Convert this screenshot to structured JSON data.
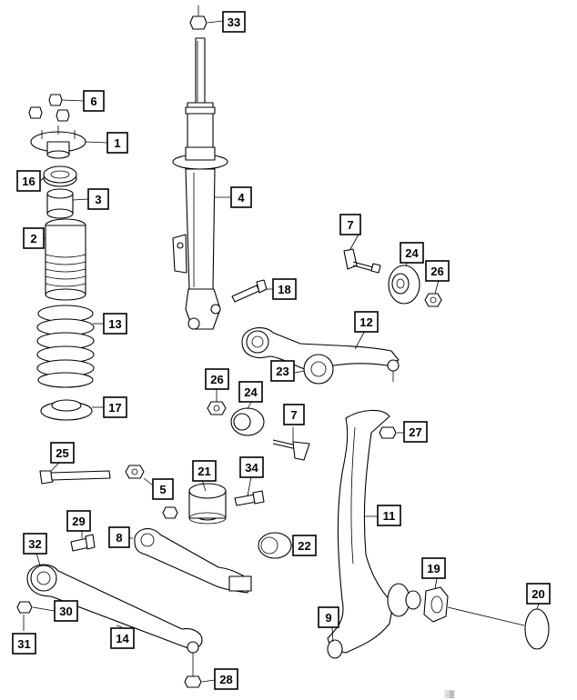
{
  "callouts": [
    {
      "num": "1"
    },
    {
      "num": "2"
    },
    {
      "num": "3"
    },
    {
      "num": "4"
    },
    {
      "num": "5"
    },
    {
      "num": "6"
    },
    {
      "num": "7"
    },
    {
      "num": "7"
    },
    {
      "num": "8"
    },
    {
      "num": "9"
    },
    {
      "num": "11"
    },
    {
      "num": "12"
    },
    {
      "num": "13"
    },
    {
      "num": "14"
    },
    {
      "num": "16"
    },
    {
      "num": "17"
    },
    {
      "num": "18"
    },
    {
      "num": "19"
    },
    {
      "num": "20"
    },
    {
      "num": "21"
    },
    {
      "num": "22"
    },
    {
      "num": "23"
    },
    {
      "num": "24"
    },
    {
      "num": "24"
    },
    {
      "num": "25"
    },
    {
      "num": "26"
    },
    {
      "num": "26"
    },
    {
      "num": "27"
    },
    {
      "num": "28"
    },
    {
      "num": "29"
    },
    {
      "num": "30"
    },
    {
      "num": "31"
    },
    {
      "num": "32"
    },
    {
      "num": "33"
    },
    {
      "num": "34"
    }
  ],
  "marker": "░▒"
}
